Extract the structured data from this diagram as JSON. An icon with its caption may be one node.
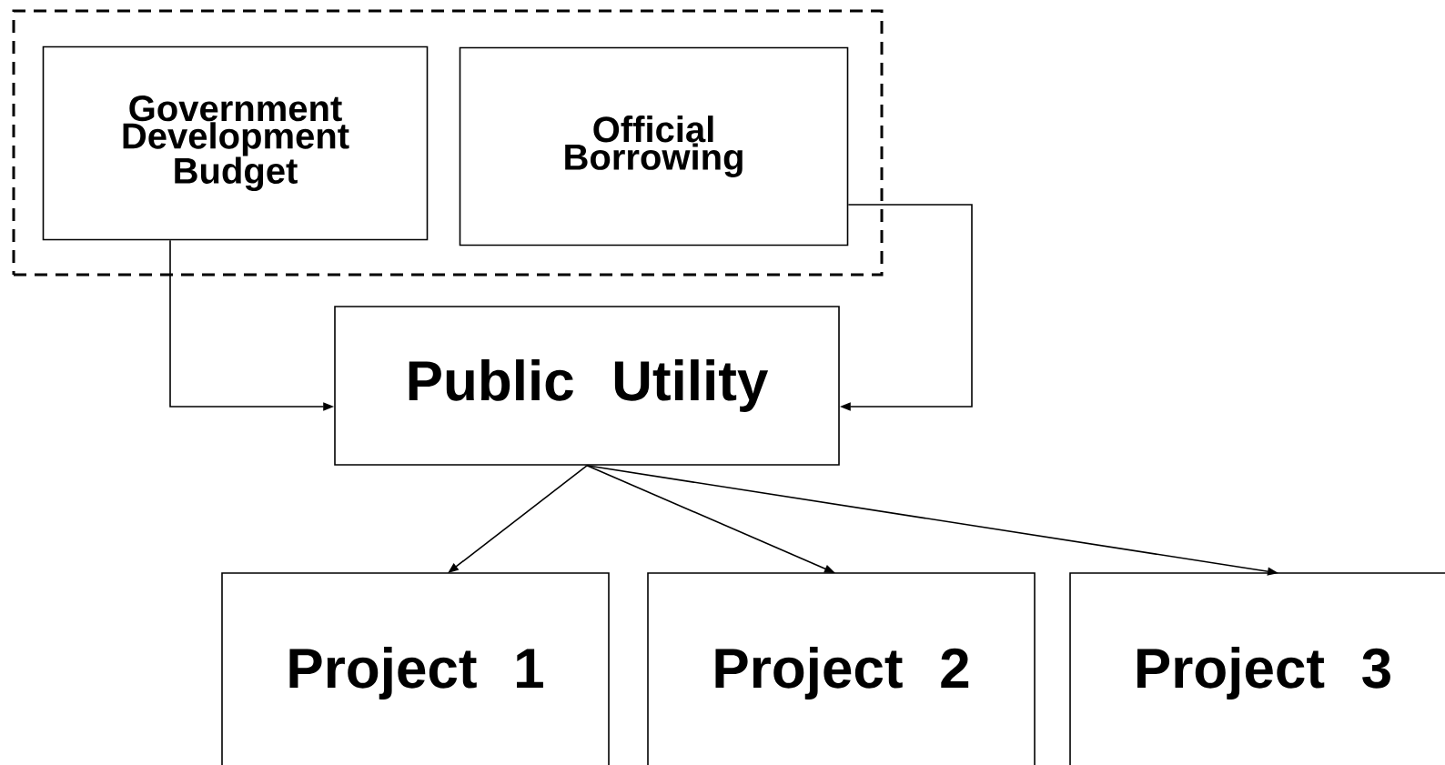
{
  "diagram": {
    "nodes": [
      {
        "text": [],
        "shape": "box"
      },
      {
        "text": [
          "Government Development Budget"
        ],
        "in": 0
      },
      {
        "text": [
          "Official Borrowing"
        ],
        "in": 0
      },
      {
        "text": [
          "Public Utility"
        ]
      },
      {
        "text": [
          "Project 1"
        ]
      },
      {
        "text": [
          "Project 2"
        ]
      },
      {
        "text": [
          "Project 3"
        ]
      }
    ],
    "edges": [
      {
        "from": 1,
        "to": 3,
        "arrow": "to"
      },
      {
        "from": 2,
        "to": 3,
        "arrow": "to"
      },
      {
        "from": 3,
        "to": 4,
        "arrow": "to"
      },
      {
        "from": 3,
        "to": 5,
        "arrow": "to"
      },
      {
        "from": 3,
        "to": 6,
        "arrow": "to"
      }
    ]
  }
}
